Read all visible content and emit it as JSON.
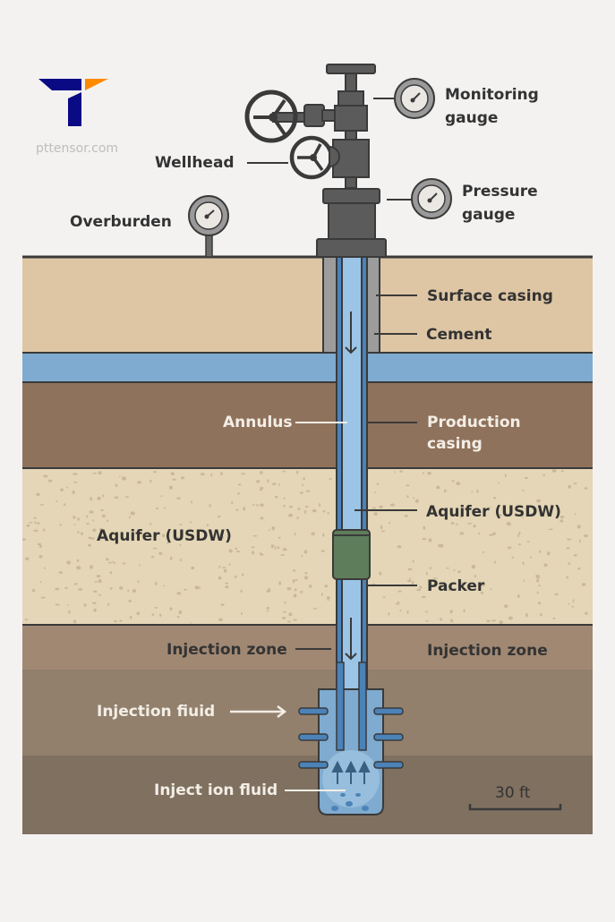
{
  "brand": {
    "name": "pttensor.com",
    "logo_colors": {
      "primary": "#0a0a85",
      "accent": "#ff8a00"
    }
  },
  "labels": {
    "wellhead": "Wellhead",
    "monitoring_gauge": [
      "Monitoring",
      "gauge"
    ],
    "pressure_gauge": [
      "Pressure",
      "gauge"
    ],
    "overburden": "Overburden",
    "surface_casing": "Surface casing",
    "cement": "Cement",
    "annulus": "Annulus",
    "production_casing": [
      "Production",
      "casing"
    ],
    "aquifer_right": "Aquifer (USDW)",
    "aquifer_left": "Aquifer (USDW)",
    "packer": "Packer",
    "injection_zone_left": "Injection zone",
    "injection_zone_right": "Injection zone",
    "injection_fluid_arrow": "Injection fiuid",
    "injection_fluid_bottom": "Inject ion fluid",
    "scale": "30 ft"
  },
  "colors": {
    "background": "#f3f2f1",
    "overburden_soil": "#dec6a4",
    "shallow_water": "#7eabcf",
    "clay": "#8f725c",
    "aquifer_sand": "#e4d6b6",
    "injection_zone": "#a18873",
    "injection_zone_mid": "#92806d",
    "injection_zone_deep": "#7f7060",
    "wellhead_metal": "#5b5b5b",
    "tubing_fluid": "#9cc4e6",
    "casing_blue": "#4b82b8",
    "packer_green": "#5e7d5a",
    "outline": "#3a3a3a"
  }
}
